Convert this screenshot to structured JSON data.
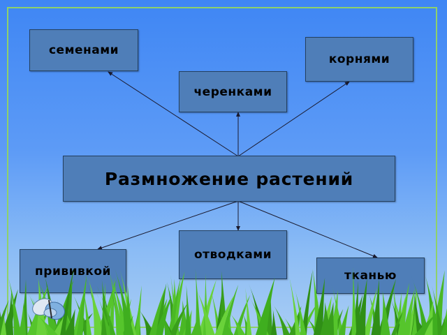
{
  "diagram": {
    "center": "Размножение растений",
    "methods": [
      {
        "id": "seeds",
        "label": "семенами"
      },
      {
        "id": "roots",
        "label": "корнями"
      },
      {
        "id": "cuttings",
        "label": "черенками"
      },
      {
        "id": "layering",
        "label": "отводками"
      },
      {
        "id": "grafting",
        "label": "прививкой"
      },
      {
        "id": "tissue",
        "label": "тканью"
      }
    ]
  },
  "colors": {
    "background_top": "#3f86f4",
    "background_bottom": "#a9cdf3",
    "box_fill": "#4f7eb8",
    "frame": "#8fd16a",
    "grass": "#3fae1f"
  }
}
